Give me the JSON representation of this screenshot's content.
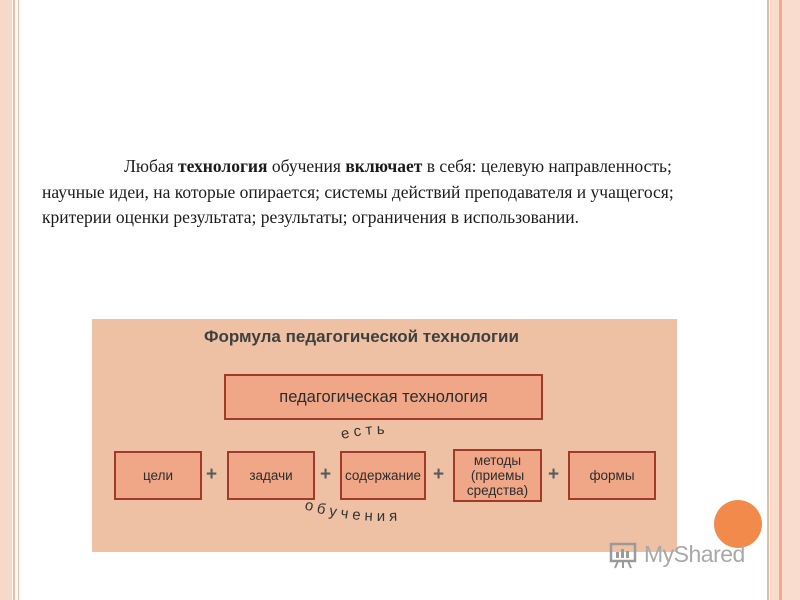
{
  "paragraph": {
    "w1": "Любая",
    "b1": "технология",
    "w2": "обучения",
    "b2": "включает",
    "w3": "в себя: целевую направленность; научные идеи, на которые опирается; системы действий преподавателя и учащегося; критерии оценки результата; результаты; ограничения в использовании."
  },
  "diagram": {
    "title": "Формула педагогической технологии",
    "main_box": "педагогическая технология",
    "est": "е с т ь",
    "items": [
      {
        "label": "цели"
      },
      {
        "label": "задачи"
      },
      {
        "label": "содержание"
      },
      {
        "label": "методы (приемы средства)"
      },
      {
        "label": "формы"
      }
    ],
    "plus": "+",
    "obucheniya": "о б у ч е н и я"
  },
  "watermark": {
    "text": "MyShared",
    "icon": "myshared-logo-icon"
  },
  "colors": {
    "diagram_bg": "#eec1a4",
    "box_fill": "#f0a788",
    "box_border": "#a23a2a",
    "accent_circle": "#f28a4c",
    "frame": "#f3b9a0"
  }
}
